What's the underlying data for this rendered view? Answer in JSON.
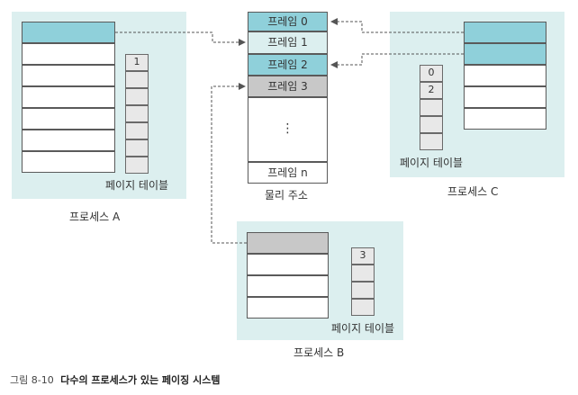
{
  "physical_memory": {
    "frames": [
      "프레임 0",
      "프레임 1",
      "프레임 2",
      "프레임 3"
    ],
    "ellipsis": "⋮",
    "last_frame": "프레임 n",
    "label": "물리 주소"
  },
  "process_a": {
    "label": "프로세스 A",
    "page_table_label": "페이지 테이블",
    "page_table_values": [
      "1",
      "",
      "",
      "",
      "",
      "",
      ""
    ]
  },
  "process_b": {
    "label": "프로세스 B",
    "page_table_label": "페이지 테이블",
    "page_table_values": [
      "3",
      "",
      "",
      ""
    ]
  },
  "process_c": {
    "label": "프로세스 C",
    "page_table_label": "페이지 테이블",
    "page_table_values": [
      "0",
      "2",
      "",
      "",
      ""
    ]
  },
  "caption": {
    "number": "그림 8-10",
    "title": "다수의 프로세스가 있는 페이징 시스템"
  },
  "colors": {
    "panel": "#dcefef",
    "highlight": "#8fd0da",
    "gray_frame": "#c8c8c8",
    "arrow": "#555555"
  }
}
